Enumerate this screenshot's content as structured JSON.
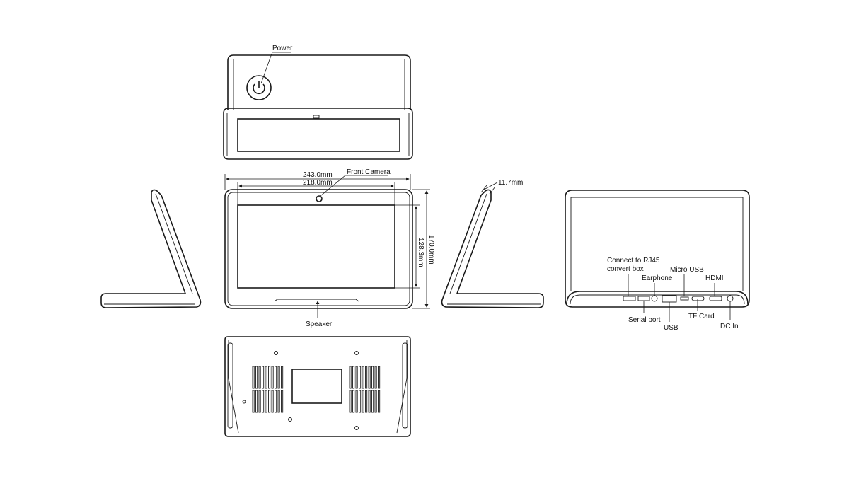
{
  "labels": {
    "power": "Power",
    "front_camera": "Front Camera",
    "speaker": "Speaker",
    "width_outer": "243.0mm",
    "width_screen": "218.0mm",
    "height_outer": "170.0mm",
    "height_screen": "128.3mm",
    "thickness": "11.7mm",
    "rj45_line1": "Connect to RJ45",
    "rj45_line2": "convert box",
    "earphone": "Earphone",
    "micro_usb": "Micro USB",
    "hdmi": "HDMI",
    "serial_port": "Serial port",
    "usb": "USB",
    "tf_card": "TF Card",
    "dc_in": "DC In"
  },
  "colors": {
    "line": "#1a1a1a",
    "background": "#ffffff"
  }
}
